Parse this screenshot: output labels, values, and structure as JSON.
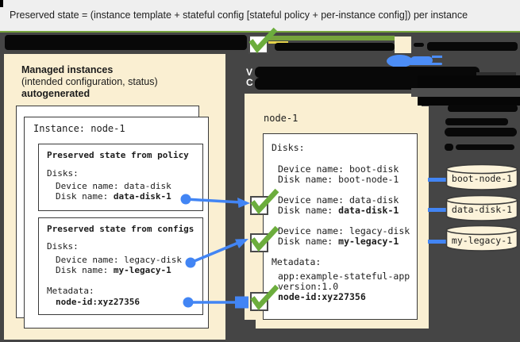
{
  "header": {
    "title": "Preserved state = (instance template + stateful config [stateful policy + per-instance config]) per instance"
  },
  "left_panel": {
    "title": "Managed instances",
    "subtitle": "(intended configuration, status)",
    "autogenerated_label": "autogenerated",
    "instance_box": {
      "title": "Instance: node-1",
      "policy_box": {
        "title": "Preserved state from policy",
        "disks_heading": "Disks:",
        "device_line": "Device name: data-disk",
        "disk_label": "Disk name: ",
        "disk_value": "data-disk-1"
      },
      "configs_box": {
        "title": "Preserved state from configs",
        "disks_heading": "Disks:",
        "device_line": "Device name: legacy-disk",
        "disk_label": "Disk name: ",
        "disk_value": "my-legacy-1",
        "metadata_heading": "Metadata:",
        "metadata_value": "node-id:xyz27356"
      }
    }
  },
  "right_panel": {
    "title": "node-1",
    "disks_heading": "Disks:",
    "disk_entries": [
      {
        "device_line": "Device name: boot-disk",
        "disk_label": "Disk name: ",
        "disk_value": "boot-node-1"
      },
      {
        "device_line": "Device name: data-disk",
        "disk_label": "Disk name: ",
        "disk_value": "data-disk-1"
      },
      {
        "device_line": "Device name: legacy-disk",
        "disk_label": "Disk name: ",
        "disk_value": "my-legacy-1"
      }
    ],
    "metadata_heading": "Metadata:",
    "metadata_lines": [
      "app:example-stateful-app",
      "version:1.0"
    ],
    "metadata_id_value": "node-id:xyz27356"
  },
  "disk_cylinders": [
    {
      "label": "boot-node-1"
    },
    {
      "label": "data-disk-1"
    },
    {
      "label": "my-legacy-1"
    }
  ],
  "redacted_remnants": {
    "line1": "V",
    "line2": "C"
  },
  "colors": {
    "accent_green": "#76A33C",
    "check_green": "#6CAD3D",
    "connector_blue": "#4285F4",
    "panel_cream": "#FAEFD2",
    "background_gray": "#454545"
  }
}
